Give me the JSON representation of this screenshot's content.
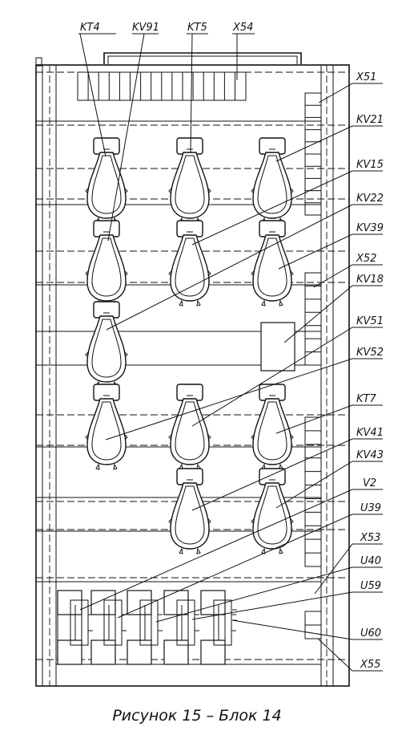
{
  "figure": {
    "caption": "Рисунок 15 – Блок 14"
  },
  "labels": {
    "KT4": "KT4",
    "KV91": "KV91",
    "KT5": "KT5",
    "X54": "X54",
    "X51": "X51",
    "KV21": "KV21",
    "KV15": "KV15",
    "KV22": "KV22",
    "KV39": "KV39",
    "X52": "X52",
    "KV18": "KV18",
    "KV51": "KV51",
    "KV52": "KV52",
    "KT7": "KT7",
    "KV41": "KV41",
    "KV43": "KV43",
    "V2": "V2",
    "U39": "U39",
    "X53": "X53",
    "U40": "U40",
    "U59": "U59",
    "U60": "U60",
    "X55": "X55"
  }
}
